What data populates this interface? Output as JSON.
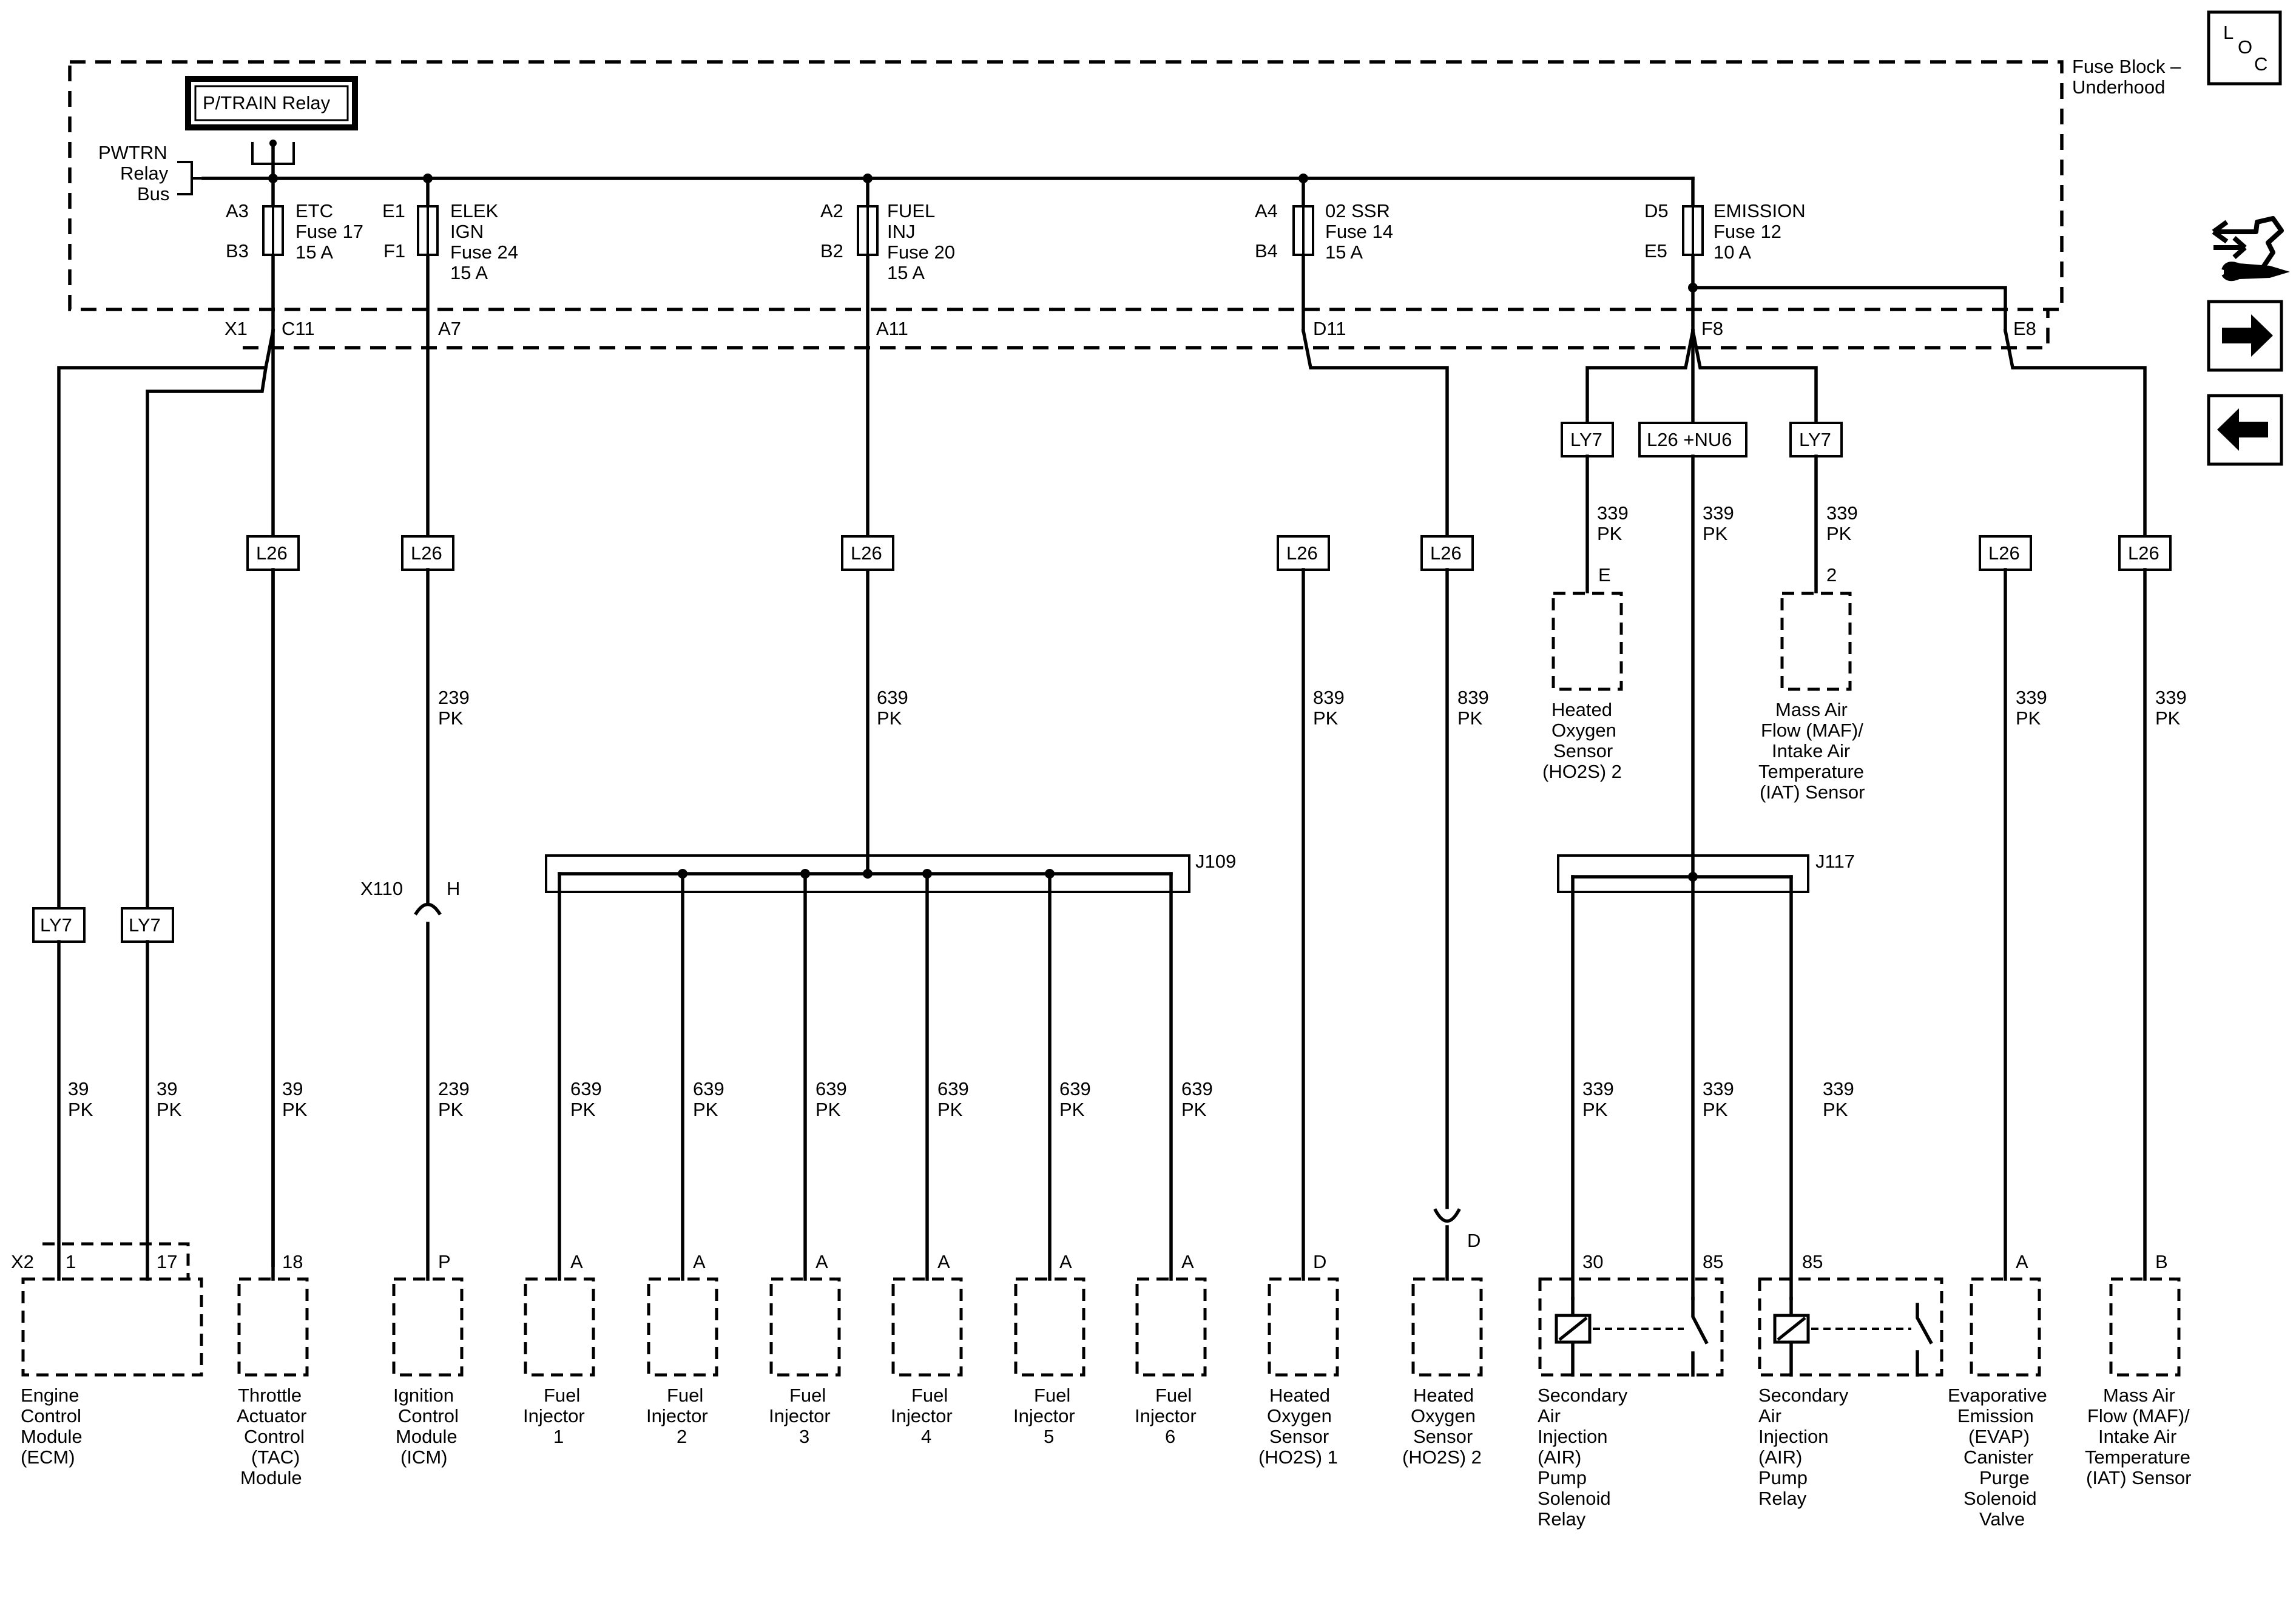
{
  "fuse_block": {
    "label_line1": "Fuse Block –",
    "label_line2": "Underhood",
    "relay_label": "P/TRAIN Relay",
    "bus_line1": "PWTRN",
    "bus_line2": "Relay",
    "bus_line3": "Bus"
  },
  "loc_icon": {
    "l": "L",
    "o": "O",
    "c": "C"
  },
  "fuses": [
    {
      "in": "A3",
      "out": "B3",
      "name1": "ETC",
      "name2": "Fuse 17",
      "name3": "15 A"
    },
    {
      "in": "E1",
      "out": "F1",
      "name1": "ELEK",
      "name2": "IGN",
      "name3": "Fuse 24",
      "name4": "15 A"
    },
    {
      "in": "A2",
      "out": "B2",
      "name1": "FUEL",
      "name2": "INJ",
      "name3": "Fuse 20",
      "name4": "15 A"
    },
    {
      "in": "A4",
      "out": "B4",
      "name1": "02 SSR",
      "name2": "Fuse 14",
      "name3": "15 A"
    },
    {
      "in": "D5",
      "out": "E5",
      "name1": "EMISSION",
      "name2": "Fuse 12",
      "name3": "10 A"
    }
  ],
  "connectors": {
    "x1": "X1",
    "c11": "C11",
    "a7": "A7",
    "a11": "A11",
    "d11": "D11",
    "f8": "F8",
    "e8": "E8",
    "x110": "X110",
    "x110_pin": "H",
    "x2": "X2",
    "j109": "J109",
    "j117": "J117"
  },
  "option_tags": {
    "ly7": "LY7",
    "l26": "L26",
    "l26_nu6": "L26 +NU6"
  },
  "wires": {
    "w39": "39",
    "w239": "239",
    "w639": "639",
    "w839": "839",
    "w339": "339",
    "pk": "PK"
  },
  "pins": {
    "ecm1": "1",
    "ecm17": "17",
    "tac": "18",
    "icm": "P",
    "inj": "A",
    "ho2s1": "D",
    "ho2s2b": "D",
    "air_relay30": "30",
    "air_relay85": "85",
    "air_pump85": "85",
    "evap": "A",
    "maf_b": "B",
    "ho2s2_top": "E",
    "maf_top": "2"
  },
  "components": {
    "ecm": [
      "Engine",
      "Control",
      "Module",
      "(ECM)"
    ],
    "tac": [
      "Throttle",
      "Actuator",
      "Control",
      "(TAC)",
      "Module"
    ],
    "icm": [
      "Ignition",
      "Control",
      "Module",
      "(ICM)"
    ],
    "inj1": [
      "Fuel",
      "Injector",
      "1"
    ],
    "inj2": [
      "Fuel",
      "Injector",
      "2"
    ],
    "inj3": [
      "Fuel",
      "Injector",
      "3"
    ],
    "inj4": [
      "Fuel",
      "Injector",
      "4"
    ],
    "inj5": [
      "Fuel",
      "Injector",
      "5"
    ],
    "inj6": [
      "Fuel",
      "Injector",
      "6"
    ],
    "ho2s1": [
      "Heated",
      "Oxygen",
      "Sensor",
      "(HO2S) 1"
    ],
    "ho2s2b": [
      "Heated",
      "Oxygen",
      "Sensor",
      "(HO2S) 2"
    ],
    "ho2s2t": [
      "Heated",
      "Oxygen",
      "Sensor",
      "(HO2S) 2"
    ],
    "maf_top": [
      "Mass Air",
      "Flow (MAF)/",
      "Intake Air",
      "Temperature",
      "(IAT) Sensor"
    ],
    "air_sol": [
      "Secondary",
      "Air",
      "Injection",
      "(AIR)",
      "Pump",
      "Solenoid",
      "Relay"
    ],
    "air_pump": [
      "Secondary",
      "Air",
      "Injection",
      "(AIR)",
      "Pump",
      "Relay"
    ],
    "evap": [
      "Evaporative",
      "Emission",
      "(EVAP)",
      "Canister",
      "Purge",
      "Solenoid",
      "Valve"
    ],
    "maf_bot": [
      "Mass Air",
      "Flow (MAF)/",
      "Intake Air",
      "Temperature",
      "(IAT) Sensor"
    ]
  }
}
